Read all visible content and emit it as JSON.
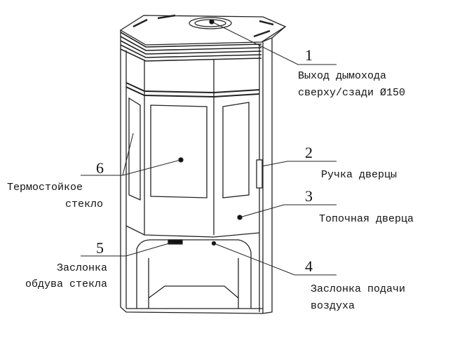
{
  "callouts": [
    {
      "number": "1",
      "lines": [
        "Выход дымохода",
        "сверху/сзади Ø150"
      ]
    },
    {
      "number": "2",
      "lines": [
        "Ручка дверцы"
      ]
    },
    {
      "number": "3",
      "lines": [
        "Топочная дверца"
      ]
    },
    {
      "number": "4",
      "lines": [
        "Заслонка подачи",
        "воздуха"
      ]
    },
    {
      "number": "5",
      "lines": [
        "Заслонка",
        "обдува стекла"
      ]
    },
    {
      "number": "6",
      "lines": [
        "Термостойкое",
        "стекло"
      ]
    }
  ]
}
